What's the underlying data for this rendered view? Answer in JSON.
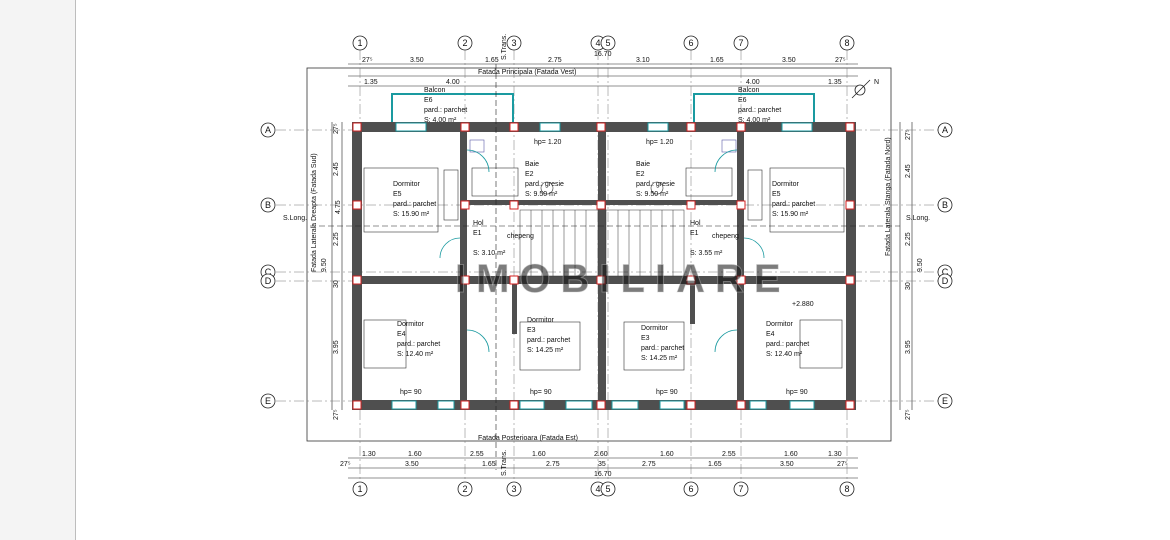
{
  "grid": {
    "axes_top": [
      "1",
      "2",
      "3",
      "4",
      "5",
      "6",
      "7",
      "8"
    ],
    "axes_side": [
      "A",
      "B",
      "C",
      "D",
      "E"
    ]
  },
  "dims": {
    "top_row1": [
      "27⁵",
      "3.50",
      "1.65",
      "2.75",
      "3.10",
      "1.65",
      "3.50",
      "27⁵"
    ],
    "top_total": "16.70",
    "top_row2": [
      "1.35",
      "4.00",
      "4.00",
      "1.35"
    ],
    "bottom_row1": [
      "1.30",
      "1.60",
      "2.55",
      "1.60",
      "2.60",
      "1.60",
      "2.55",
      "1.60",
      "1.30"
    ],
    "bottom_row2": [
      "27⁵",
      "3.50",
      "1.65",
      "2.75",
      "35",
      "2.75",
      "1.65",
      "3.50",
      "27⁵"
    ],
    "bottom_total": "16.70",
    "left_row": [
      "27⁵",
      "2.45",
      "4.75",
      "2.25",
      "9.50",
      "30",
      "3.95",
      "27⁵"
    ],
    "right_row": [
      "27⁵",
      "2.45",
      "2.25",
      "9.50",
      "30",
      "3.95",
      "27⁵"
    ]
  },
  "facades": {
    "top": "Fatada Principala (Fatada Vest)",
    "bottom": "Fatada Posterioara (Fatada Est)",
    "left": "Fatada Laterala Dreapta (Fatada Sud)",
    "right": "Fatada Laterala Stanga (Fatada Nord)"
  },
  "sections": {
    "long": "S.Long.",
    "trans": "S.Trans."
  },
  "rooms": [
    {
      "id": "balcon-left",
      "name": "Balcon",
      "code": "E6",
      "floor": "pard.: parchet",
      "area": "S:    4.00 m²"
    },
    {
      "id": "balcon-right",
      "name": "Balcon",
      "code": "E6",
      "floor": "pard.: parchet",
      "area": "S:    4.00 m²"
    },
    {
      "id": "dormitor-e5-left",
      "name": "Dormitor",
      "code": "E5",
      "floor": "pard.: parchet",
      "area": "S:    15.90 m²"
    },
    {
      "id": "dormitor-e5-right",
      "name": "Dormitor",
      "code": "E5",
      "floor": "pard.: parchet",
      "area": "S:    15.90 m²"
    },
    {
      "id": "baie-left",
      "name": "Baie",
      "code": "E2",
      "floor": "pard.: gresie",
      "area": "S:    9.50 m²"
    },
    {
      "id": "baie-right",
      "name": "Baie",
      "code": "E2",
      "floor": "pard.: gresie",
      "area": "S:    9.50 m²"
    },
    {
      "id": "hol-left",
      "name": "Hol",
      "code": "E1",
      "floor": "",
      "area": "S:    3.10 m²"
    },
    {
      "id": "hol-right",
      "name": "Hol",
      "code": "E1",
      "floor": "",
      "area": "S:    3.55 m²"
    },
    {
      "id": "dormitor-e4-left",
      "name": "Dormitor",
      "code": "E4",
      "floor": "pard.: parchet",
      "area": "S:    12.40 m²"
    },
    {
      "id": "dormitor-e4-right",
      "name": "Dormitor",
      "code": "E4",
      "floor": "pard.: parchet",
      "area": "S:    12.40 m²"
    },
    {
      "id": "dormitor-e3-left",
      "name": "Dormitor",
      "code": "E3",
      "floor": "pard.: parchet",
      "area": "S:    14.25 m²"
    },
    {
      "id": "dormitor-e3-right",
      "name": "Dormitor",
      "code": "E3",
      "floor": "pard.: parchet",
      "area": "S:    14.25 m²"
    }
  ],
  "notes": {
    "hp120": "hp= 1.20",
    "hp90": "hp= 90",
    "level": "+2.880",
    "stair": "chepeng",
    "watermark": "IMOBILIARE"
  },
  "colors": {
    "wall": "#555555",
    "red": "#d42020",
    "cyan": "#1a9aa0",
    "line": "#222222"
  }
}
